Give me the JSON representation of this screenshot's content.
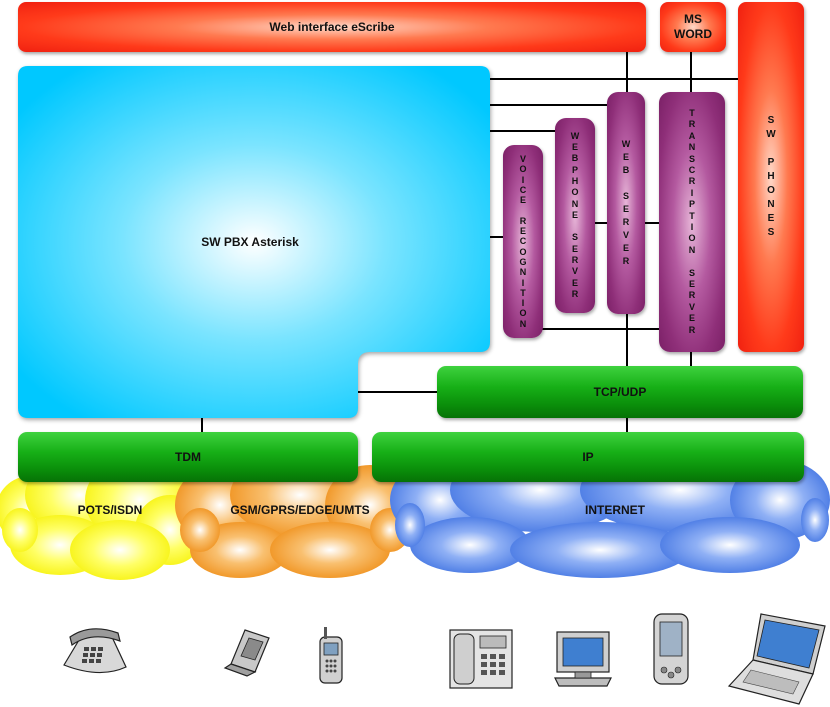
{
  "nodes": {
    "web_interface": "Web interface eScribe",
    "ms_word": "MS\nWORD",
    "sw_phones": "S\nW\n\nP\nH\nO\nN\nE\nS",
    "pbx": "SW PBX Asterisk",
    "voice_recognition": "V\nO\nI\nC\nE\n\nR\nE\nC\nO\nG\nN\nI\nT\nI\nO\nN",
    "webphone_server": "W\nE\nB\nP\nH\nO\nN\nE\n\nS\nE\nR\nV\nE\nR",
    "web_server": "W\nE\nB\n\nS\nE\nR\nV\nE\nR",
    "transcription_server": "T\nR\nA\nN\nS\nC\nR\nI\nP\nT\nI\nO\nN\n\nS\nE\nR\nV\nE\nR",
    "tcp_udp": "TCP/UDP",
    "tdm": "TDM",
    "ip": "IP"
  },
  "networks": {
    "pots": "POTS/ISDN",
    "gsm": "GSM/GPRS/EDGE/UMTS",
    "internet": "INTERNET"
  },
  "colors": {
    "cloud_yellow": "#ffff33",
    "cloud_orange": "#f7a030",
    "cloud_blue": "#4d7fe6",
    "pbx": "#00c8ff"
  },
  "devices": [
    "desk-phone-icon",
    "flip-phone-icon",
    "mobile-phone-icon",
    "ip-phone-icon",
    "desktop-computer-icon",
    "pda-icon",
    "laptop-icon"
  ]
}
